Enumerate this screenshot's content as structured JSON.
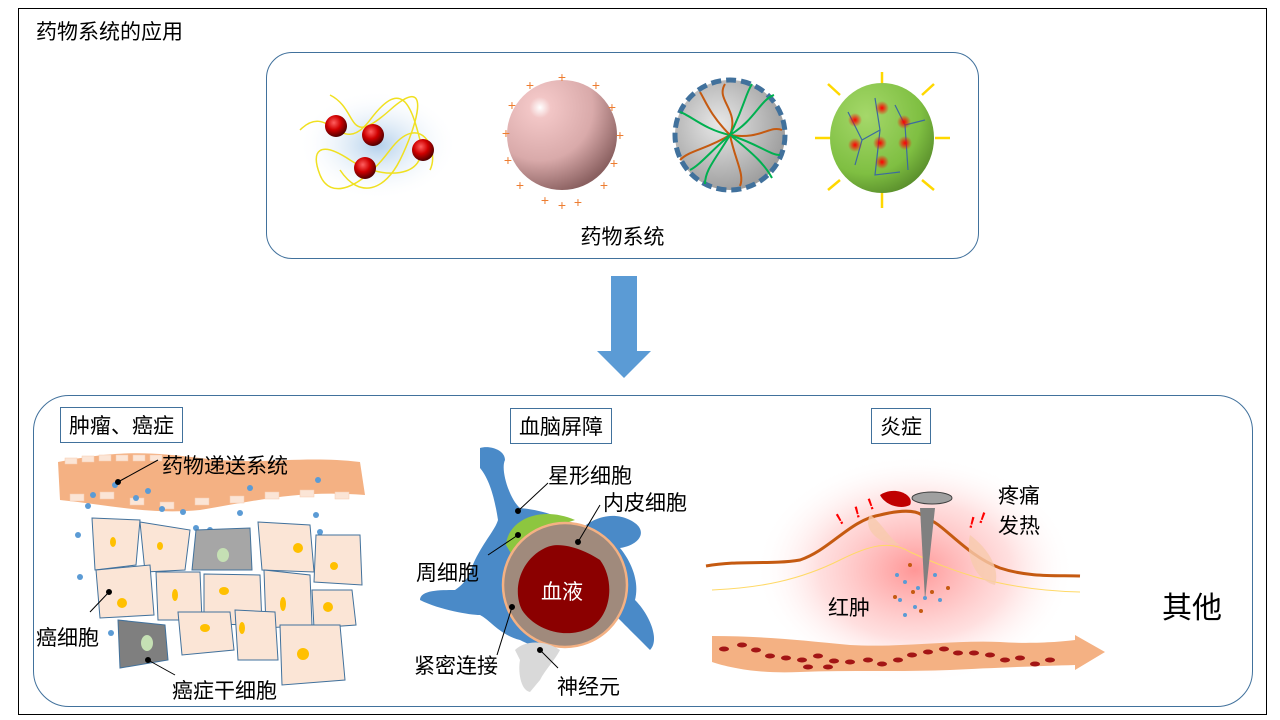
{
  "page_title": "药物系统的应用",
  "drug_system": {
    "label": "药物系统",
    "icons": [
      "polymer-nanoparticle-icon",
      "charged-liposome-icon",
      "micelle-icon",
      "dendrimer-nanogel-icon"
    ]
  },
  "arrow": "down-arrow-icon",
  "applications": {
    "tumor": {
      "tag": "肿瘤、癌症",
      "labels": {
        "delivery": "药物递送系统",
        "cancer_cell": "癌细胞",
        "stem_cell": "癌症干细胞"
      }
    },
    "bbb": {
      "tag": "血脑屏障",
      "labels": {
        "astrocyte": "星形细胞",
        "endothelial": "内皮细胞",
        "pericyte": "周细胞",
        "blood": "血液",
        "tight_junction": "紧密连接",
        "neuron": "神经元"
      }
    },
    "inflammation": {
      "tag": "炎症",
      "labels": {
        "pain": "疼痛",
        "fever": "发热",
        "swelling": "红肿"
      }
    },
    "other": "其他"
  },
  "colors": {
    "box_border": "#41719c",
    "arrow": "#5b9bd5",
    "blood": "#8b0000",
    "astrocyte": "#4a8ac8",
    "pericyte": "#8dc63f",
    "cancer_nucleus": "#ffc000"
  }
}
